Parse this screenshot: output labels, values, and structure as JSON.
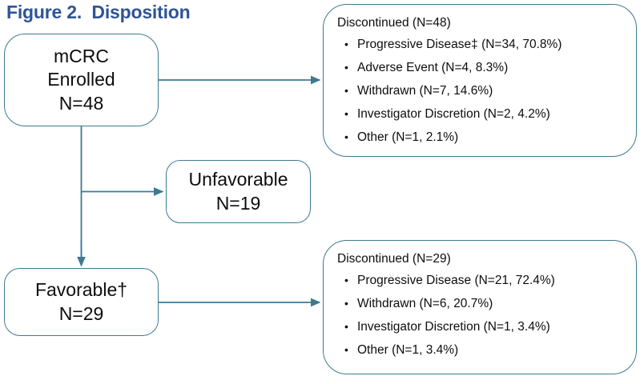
{
  "figure": {
    "title": "Figure 2.  Disposition",
    "title_color": "#2E5496",
    "border_color": "#3E7A91",
    "connector_color": "#3E7A91",
    "background_color": "#FFFFFF"
  },
  "nodes": {
    "enrolled": {
      "name": "mCRC Enrolled",
      "line1": "mCRC",
      "line2": "Enrolled",
      "line3": "N=48",
      "n": 48
    },
    "unfavorable": {
      "name": "Unfavorable",
      "line1": "Unfavorable",
      "line2": "N=19",
      "n": 19
    },
    "favorable": {
      "name": "Favorable",
      "line1": "Favorable†",
      "line2": "N=29",
      "n": 29
    }
  },
  "panels": {
    "top": {
      "heading": "Discontinued (N=48)",
      "n": 48,
      "items": [
        {
          "label": "Progressive Disease‡ (N=34, 70.8%)",
          "reason": "Progressive Disease‡",
          "count": 34,
          "percent": 70.8
        },
        {
          "label": "Adverse Event (N=4, 8.3%)",
          "reason": "Adverse Event",
          "count": 4,
          "percent": 8.3
        },
        {
          "label": "Withdrawn (N=7, 14.6%)",
          "reason": "Withdrawn",
          "count": 7,
          "percent": 14.6
        },
        {
          "label": "Investigator Discretion (N=2, 4.2%)",
          "reason": "Investigator Discretion",
          "count": 2,
          "percent": 4.2
        },
        {
          "label": "Other (N=1, 2.1%)",
          "reason": "Other",
          "count": 1,
          "percent": 2.1
        }
      ]
    },
    "bottom": {
      "heading": "Discontinued (N=29)",
      "n": 29,
      "items": [
        {
          "label": "Progressive Disease (N=21, 72.4%)",
          "reason": "Progressive Disease",
          "count": 21,
          "percent": 72.4
        },
        {
          "label": "Withdrawn (N=6, 20.7%)",
          "reason": "Withdrawn",
          "count": 6,
          "percent": 20.7
        },
        {
          "label": "Investigator Discretion (N=1, 3.4%)",
          "reason": "Investigator Discretion",
          "count": 1,
          "percent": 3.4
        },
        {
          "label": "Other (N=1, 3.4%)",
          "reason": "Other",
          "count": 1,
          "percent": 3.4
        }
      ]
    }
  },
  "bullet_glyph": "•"
}
